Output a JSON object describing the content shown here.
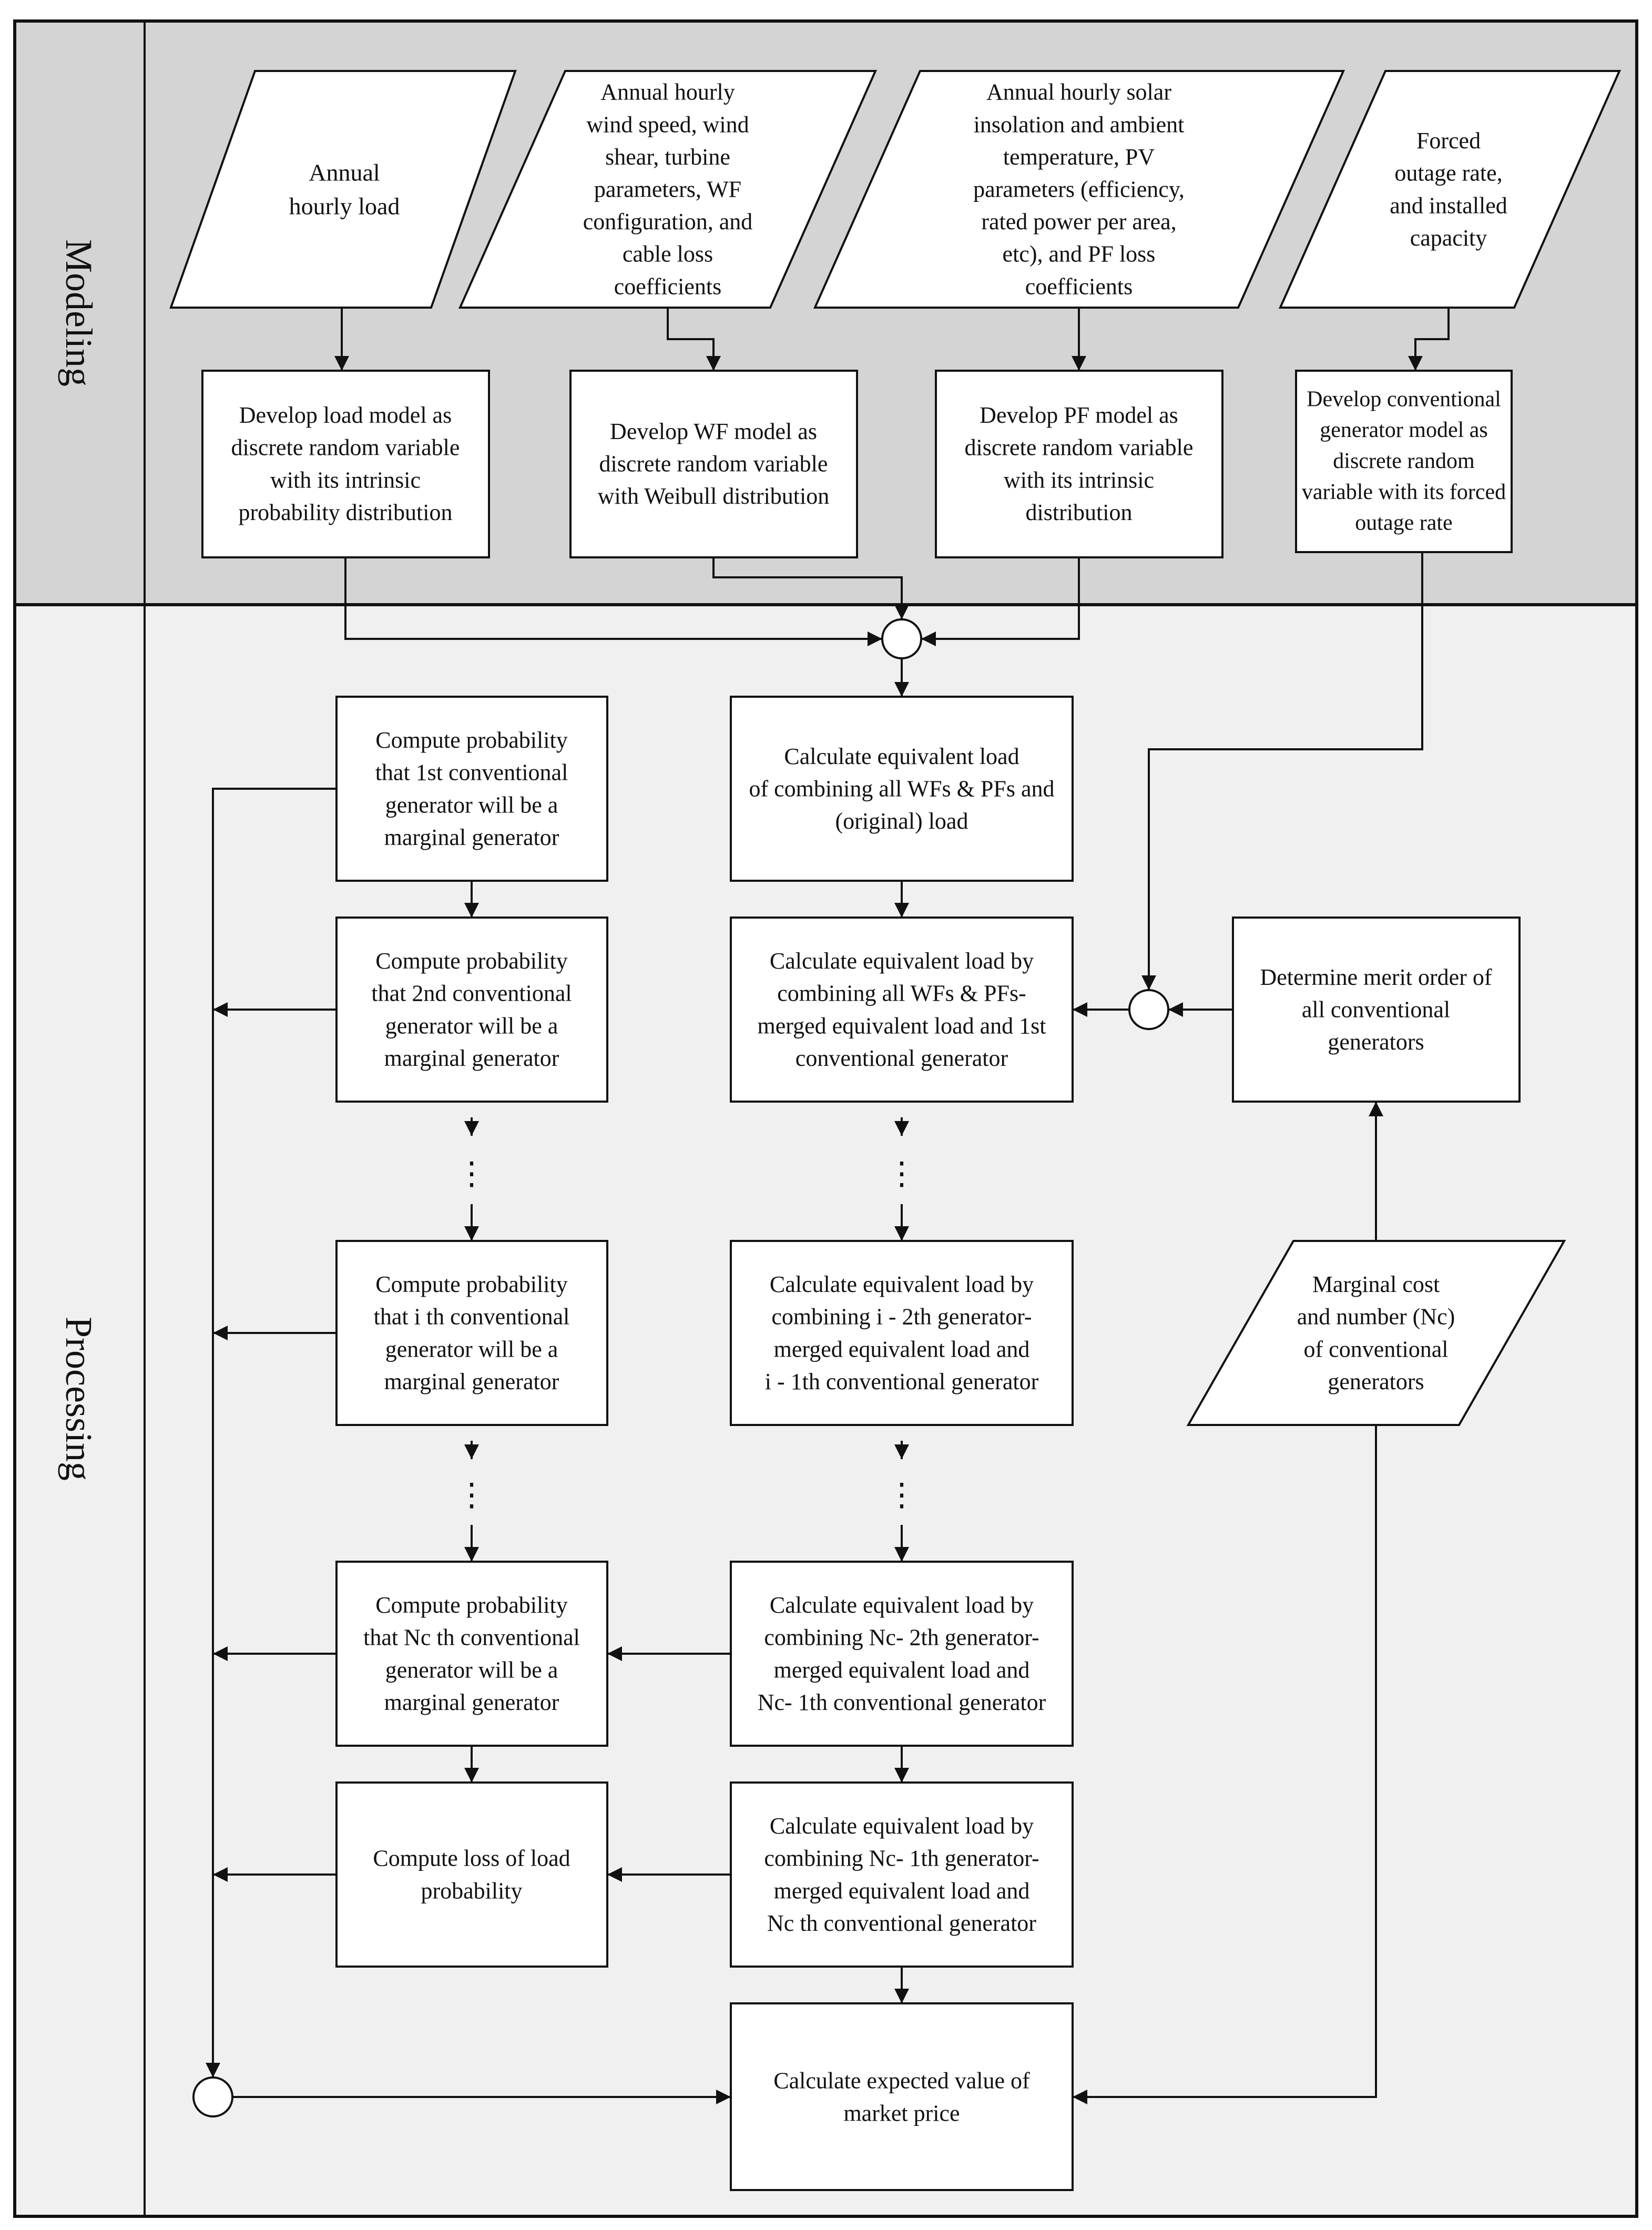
{
  "lanes": {
    "modeling": "Modeling",
    "processing": "Processing"
  },
  "inputs": {
    "load": [
      "Annual",
      "hourly load"
    ],
    "wind": [
      "Annual hourly",
      "wind speed, wind",
      "shear, turbine",
      "parameters, WF",
      "configuration, and",
      "cable loss",
      "coefficients"
    ],
    "solar": [
      "Annual hourly solar",
      "insolation and ambient",
      "temperature, PV",
      "parameters (efficiency,",
      "rated power per area,",
      "etc), and PF loss",
      "coefficients"
    ],
    "forced": [
      "Forced",
      "outage rate,",
      "and installed",
      "capacity"
    ]
  },
  "models": {
    "load": [
      "Develop load model as",
      "discrete random variable",
      "with its intrinsic",
      "probability distribution"
    ],
    "wf": [
      "Develop WF model as",
      "discrete random variable",
      "with Weibull distribution"
    ],
    "pf": [
      "Develop PF model as",
      "discrete random variable",
      "with its intrinsic",
      "distribution"
    ],
    "conv": [
      "Develop conventional",
      "generator model as",
      "discrete random",
      "variable with its forced",
      "outage rate"
    ]
  },
  "prob": {
    "p1": [
      "Compute probability",
      "that 1st conventional",
      "generator will be a",
      "marginal generator"
    ],
    "p2": [
      "Compute probability",
      "that 2nd conventional",
      "generator will be a",
      "marginal generator"
    ],
    "pi": [
      "Compute probability",
      "that i th conventional",
      "generator will be a",
      "marginal generator"
    ],
    "pn": [
      "Compute probability",
      "that Nc th conventional",
      "generator will be a",
      "marginal generator"
    ],
    "lol": [
      "Compute loss of load",
      "probability"
    ]
  },
  "calc": {
    "c0": [
      "Calculate equivalent load",
      "of combining all WFs & PFs and",
      "(original) load"
    ],
    "c1": [
      "Calculate equivalent load by",
      "combining all WFs & PFs-",
      "merged equivalent load and 1st",
      "conventional generator"
    ],
    "ci": [
      "Calculate equivalent load by",
      "combining i - 2th generator-",
      "merged equivalent load and",
      "i - 1th conventional generator"
    ],
    "cn1": [
      "Calculate equivalent load by",
      "combining Nc- 2th generator-",
      "merged equivalent load and",
      "Nc- 1th conventional generator"
    ],
    "cn": [
      "Calculate equivalent load by",
      "combining Nc- 1th generator-",
      "merged equivalent load and",
      "Nc th conventional generator"
    ],
    "exp": [
      "Calculate expected value of",
      "market price"
    ]
  },
  "merit": [
    "Determine merit order of",
    "all conventional",
    "generators"
  ],
  "marginal": [
    "Marginal cost",
    "and number (Nc)",
    "of  conventional",
    "generators"
  ],
  "ellipsis": "⋮"
}
